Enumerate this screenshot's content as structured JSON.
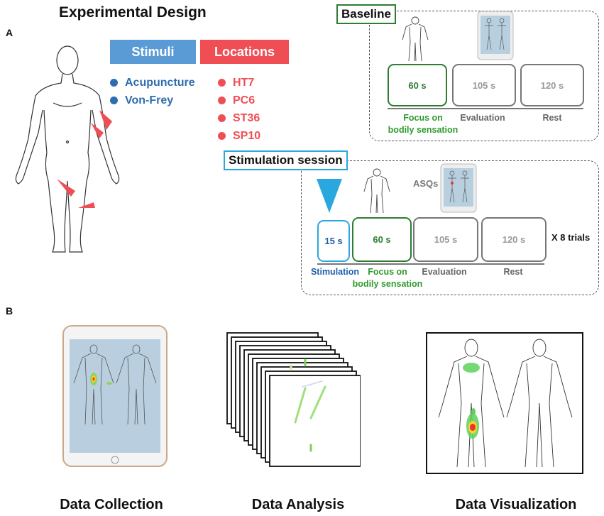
{
  "panel_a": {
    "letter": "A",
    "title": "Experimental Design",
    "stimuli_header": "Stimuli",
    "locations_header": "Locations",
    "stimuli": [
      "Acupuncture",
      "Von-Frey"
    ],
    "locations": [
      "HT7",
      "PC6",
      "ST36",
      "SP10"
    ],
    "baseline": {
      "tag": "Baseline",
      "boxes": [
        "60 s",
        "105 s",
        "120 s"
      ],
      "labels": [
        "Focus on\nbodily sensation",
        "Evaluation",
        "Rest"
      ]
    },
    "stimulation": {
      "tag": "Stimulation session",
      "asqs": "ASQs",
      "boxes": [
        "15 s",
        "60 s",
        "105 s",
        "120 s"
      ],
      "labels": [
        "Stimulation",
        "Focus on\nbodily sensation",
        "Evaluation",
        "Rest"
      ],
      "repeat": "X 8 trials"
    }
  },
  "panel_b": {
    "letter": "B",
    "labels": [
      "Data Collection",
      "Data Analysis",
      "Data Visualization"
    ]
  },
  "colors": {
    "stimuli": "#5b9bd5",
    "locations": "#f04e55",
    "green": "#2e7d32",
    "blue": "#29a8df"
  }
}
